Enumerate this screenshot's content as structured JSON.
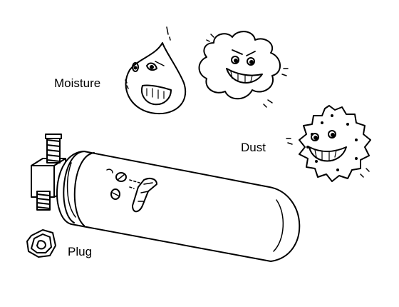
{
  "labels": {
    "moisture": "Moisture",
    "dust": "Dust",
    "plug": "Plug"
  },
  "colors": {
    "ink": "#000000",
    "paper": "#ffffff"
  },
  "icons": [
    "receiver-drier-cylinder",
    "moisture-droplet-face",
    "smiling-cloud-face",
    "dust-ball-face",
    "plug-nut",
    "threaded-fitting"
  ]
}
